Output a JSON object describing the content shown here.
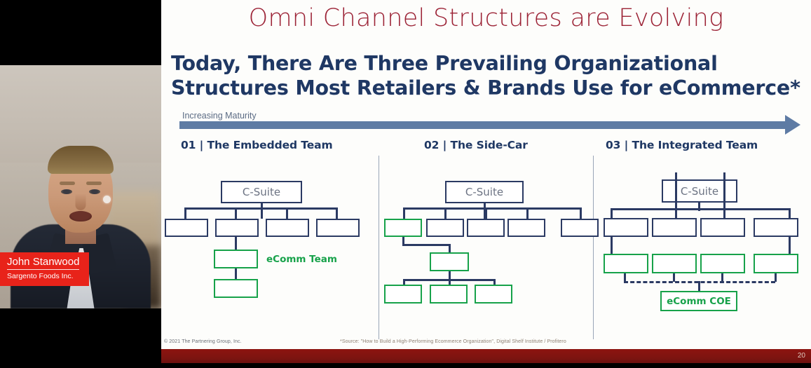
{
  "video": {
    "nameplate": {
      "name": "John Stanwood",
      "organization": "Sargento Foods Inc."
    }
  },
  "slide": {
    "title": "Omni Channel Structures are Evolving",
    "subtitle": "Today, There Are Three Prevailing Organizational Structures Most Retailers & Brands Use for eCommerce*",
    "maturity_label": "Increasing Maturity",
    "columns": [
      {
        "header": "01 | The Embedded Team"
      },
      {
        "header": "02 | The Side-Car"
      },
      {
        "header": "03 | The Integrated Team"
      }
    ],
    "labels": {
      "c_suite": "C-Suite",
      "ecomm_team": "eComm Team",
      "ecomm_coe": "eComm COE"
    },
    "footer": {
      "copyright": "© 2021 The Partnering Group, Inc.",
      "source": "*Source: \"How to Build a High-Performing Ecommerce Organization\", Digital Shelf Institute / Profitero",
      "page_number": "20"
    },
    "colors": {
      "title": "#9c2336",
      "subtitle": "#1f3864",
      "arrow": "#5e7ba4",
      "box_navy": "#2b3a63",
      "box_green": "#17a24a",
      "footer_bar": "#7e1410",
      "nameplate": "#e8231a"
    }
  }
}
